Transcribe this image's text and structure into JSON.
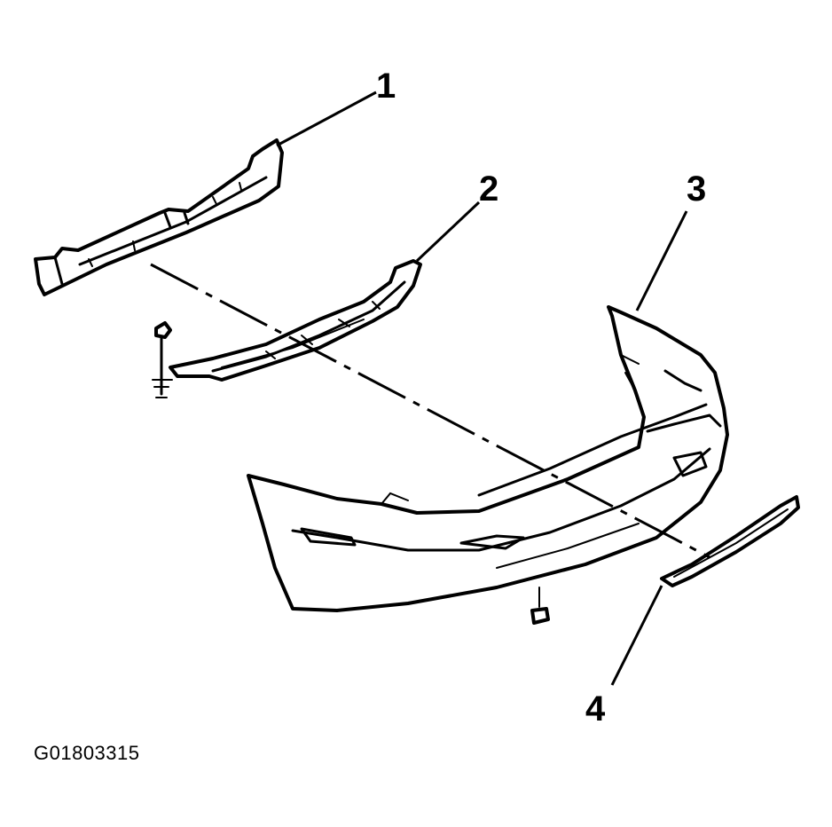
{
  "figure_id": "G01803315",
  "callouts": [
    {
      "label": "1"
    },
    {
      "label": "2"
    },
    {
      "label": "3"
    },
    {
      "label": "4"
    }
  ],
  "colors": {
    "ink": "#000000",
    "paper": "#ffffff"
  }
}
